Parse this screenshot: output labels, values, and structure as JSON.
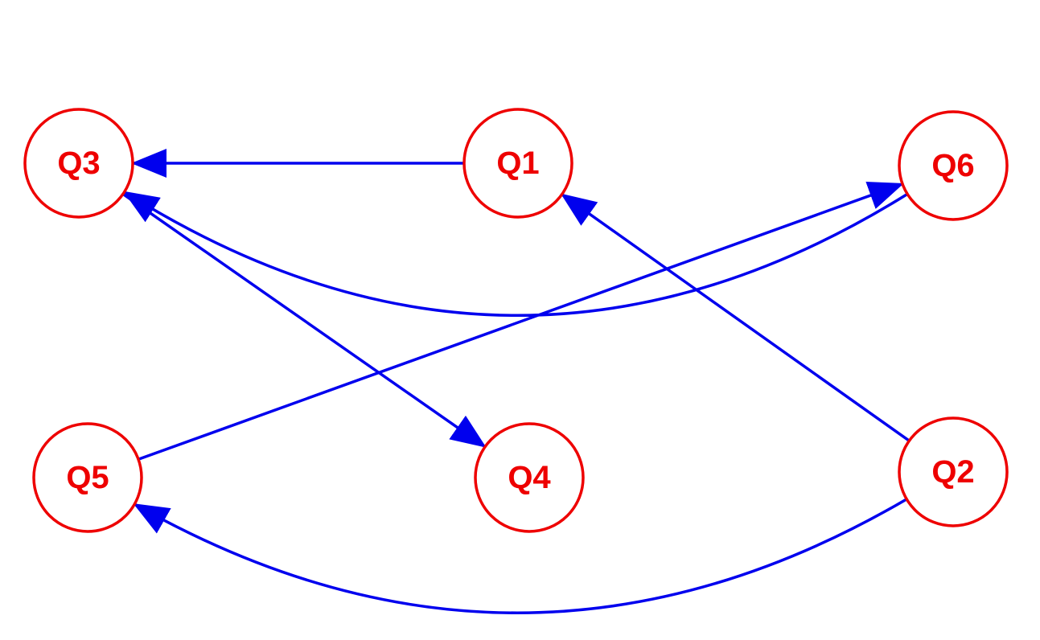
{
  "colors": {
    "node": "#ee0000",
    "edge": "#0000ee"
  },
  "nodes": [
    {
      "id": "Q1",
      "label": "Q1"
    },
    {
      "id": "Q2",
      "label": "Q2"
    },
    {
      "id": "Q3",
      "label": "Q3"
    },
    {
      "id": "Q4",
      "label": "Q4"
    },
    {
      "id": "Q5",
      "label": "Q5"
    },
    {
      "id": "Q6",
      "label": "Q6"
    }
  ],
  "edges": [
    {
      "from": "Q6",
      "to": "Q3"
    },
    {
      "from": "Q1",
      "to": "Q3"
    },
    {
      "from": "Q3",
      "to": "Q4"
    },
    {
      "from": "Q5",
      "to": "Q6"
    },
    {
      "from": "Q2",
      "to": "Q1"
    },
    {
      "from": "Q2",
      "to": "Q5"
    }
  ]
}
